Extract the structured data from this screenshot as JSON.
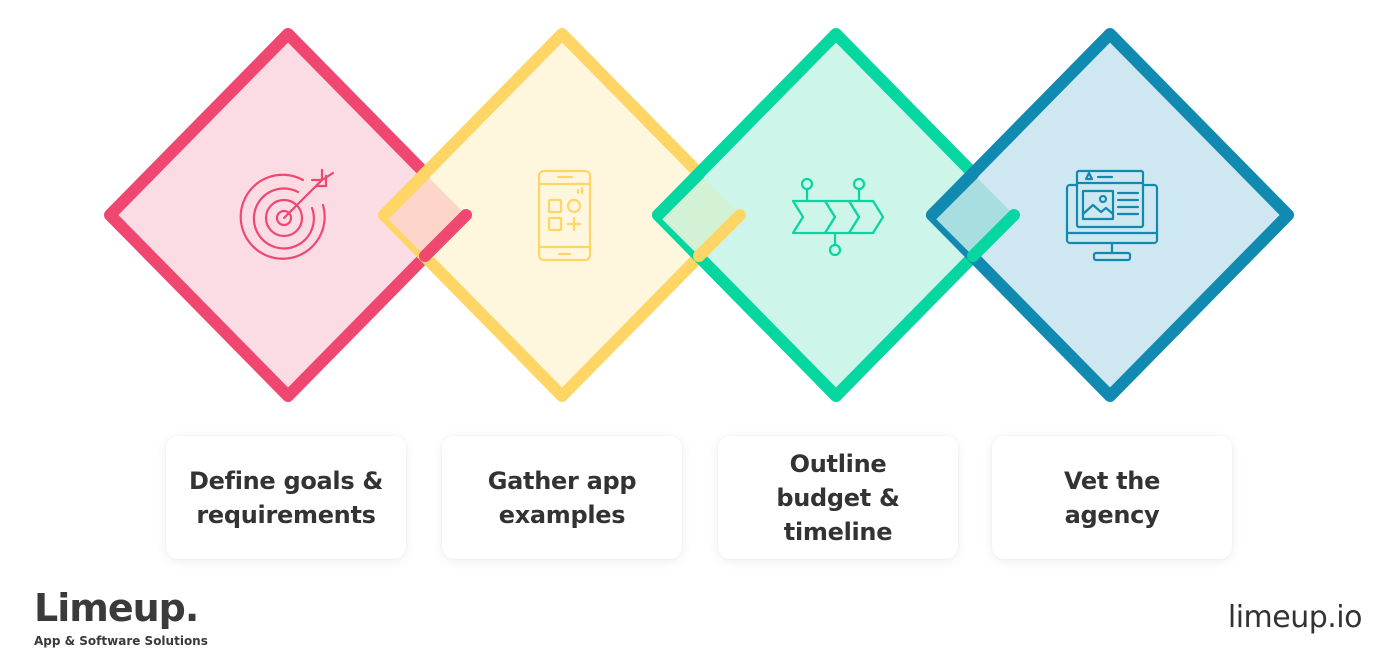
{
  "steps": [
    {
      "label": "Define goals & requirements",
      "icon": "target-icon",
      "stroke": "#EF476F",
      "fill": "#FCDCE4"
    },
    {
      "label": "Gather app examples",
      "icon": "smartphone-icon",
      "stroke": "#FFD666",
      "fill": "#FFF6DE"
    },
    {
      "label": "Outline budget & timeline",
      "icon": "timeline-icon",
      "stroke": "#06D6A0",
      "fill": "#CDF5EA"
    },
    {
      "label": "Vet the agency",
      "icon": "monitor-icon",
      "stroke": "#118AB2",
      "fill": "#CFE7F0"
    }
  ],
  "overlaps": [
    "#FDD5CB",
    "#D2F1D5",
    "#A8DEDF"
  ],
  "brand": {
    "name": "Limeup.",
    "tagline": "App & Software Solutions",
    "url": "limeup.io"
  }
}
